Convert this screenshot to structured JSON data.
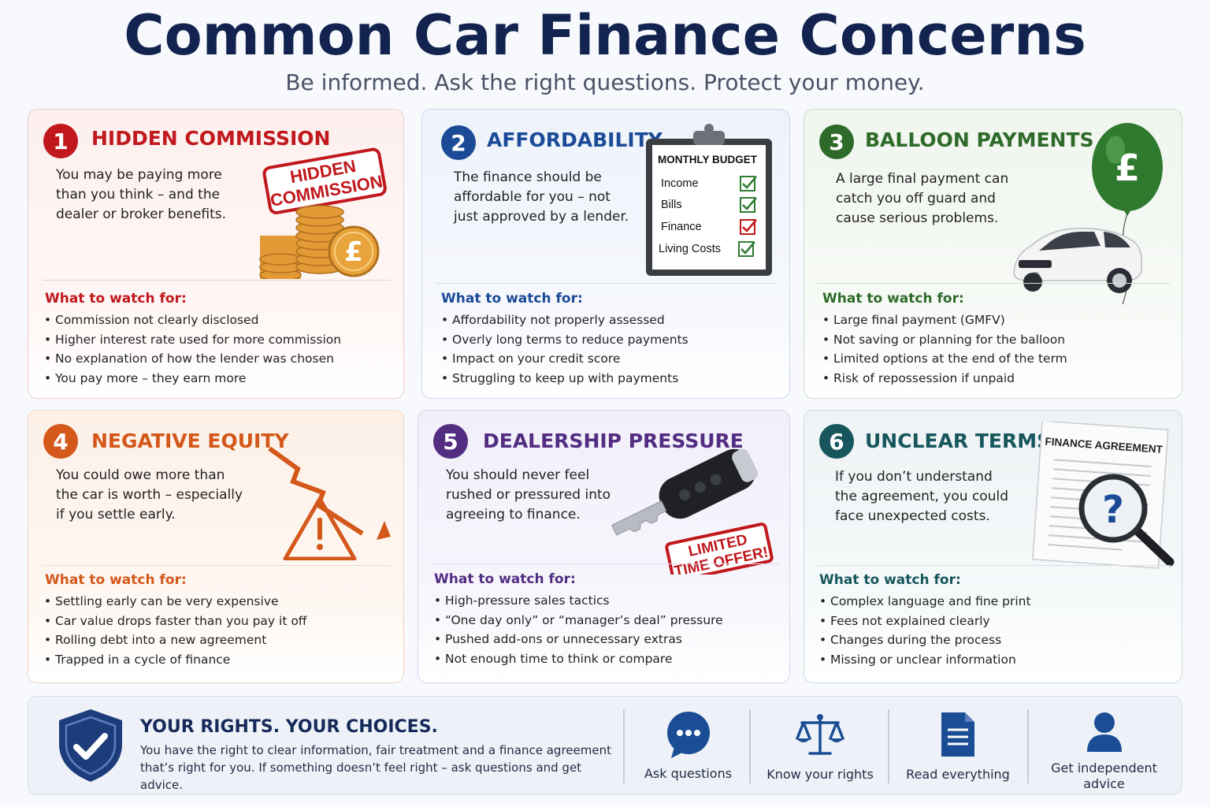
{
  "header": {
    "title": "Common Car Finance Concerns",
    "subtitle": "Be informed. Ask the right questions. Protect your money."
  },
  "watch_label": "What to watch for:",
  "cards": [
    {
      "number": "1",
      "title": "HIDDEN COMMISSION",
      "description": [
        "You may be paying more",
        "than you think – and the",
        "dealer or broker benefits."
      ],
      "stamp": [
        "HIDDEN",
        "COMMISSION"
      ],
      "color": "#c0181d",
      "icon": "coin-stack-pound-icon",
      "bullets": [
        "Commission not clearly disclosed",
        "Higher interest rate used for more commission",
        "No explanation of how the lender was chosen",
        "You pay more – they earn more"
      ]
    },
    {
      "number": "2",
      "title": "AFFORDABILITY",
      "description": [
        "The finance should be",
        "affordable for you – not",
        "just approved by a lender."
      ],
      "color": "#1b4b97",
      "icon": "clipboard-budget-icon",
      "clipboard": {
        "heading": "MONTHLY BUDGET",
        "rows": [
          "Income",
          "Bills",
          "Finance",
          "Living Costs"
        ]
      },
      "bullets": [
        "Affordability not properly assessed",
        "Overly long terms to reduce payments",
        "Impact on your credit score",
        "Struggling to keep up with payments"
      ]
    },
    {
      "number": "3",
      "title": "BALLOON PAYMENTS",
      "description": [
        "A large final payment can",
        "catch you off guard and",
        "cause serious problems."
      ],
      "color": "#2e6a2a",
      "icon": "car-balloon-icon",
      "balloon_symbol": "£",
      "bullets": [
        "Large final payment (GMFV)",
        "Not saving or planning for the balloon",
        "Limited options at the end of the term",
        "Risk of repossession if unpaid"
      ]
    },
    {
      "number": "4",
      "title": "NEGATIVE EQUITY",
      "description": [
        "You could owe more than",
        "the car is worth – especially",
        "if you settle early."
      ],
      "color": "#d3581a",
      "icon": "downward-arrow-warning-icon",
      "bullets": [
        "Settling early can be very expensive",
        "Car value drops faster than you pay it off",
        "Rolling debt into a new agreement",
        "Trapped in a cycle of finance"
      ]
    },
    {
      "number": "5",
      "title": "DEALERSHIP PRESSURE",
      "description": [
        "You should never feel",
        "rushed or pressured into",
        "agreeing to finance."
      ],
      "stamp": [
        "LIMITED",
        "TIME OFFER!"
      ],
      "color": "#532d82",
      "icon": "car-key-icon",
      "bullets": [
        "High-pressure sales tactics",
        "“One day only” or “manager’s deal” pressure",
        "Pushed add-ons or unnecessary extras",
        "Not enough time to think or compare"
      ]
    },
    {
      "number": "6",
      "title": "UNCLEAR TERMS",
      "description": [
        "If you don’t understand",
        "the agreement, you could",
        "face unexpected costs."
      ],
      "color": "#16565c",
      "icon": "document-magnifier-icon",
      "document_heading": "FINANCE AGREEMENT",
      "bullets": [
        "Complex language and fine print",
        "Fees not explained clearly",
        "Changes during the process",
        "Missing or unclear information"
      ]
    }
  ],
  "footer": {
    "title": "YOUR RIGHTS. YOUR CHOICES.",
    "text": [
      "You have the right to clear information, fair treatment and a finance agreement",
      "that’s right for you. If something doesn’t feel right – ask questions and get advice."
    ],
    "actions": [
      {
        "label": "Ask questions",
        "icon": "speech-bubble-icon"
      },
      {
        "label": "Know your rights",
        "icon": "scales-icon"
      },
      {
        "label": "Read everything",
        "icon": "document-icon"
      },
      {
        "label": "Get independent advice",
        "label_lines": [
          "Get independent",
          "advice"
        ],
        "icon": "person-icon"
      }
    ]
  }
}
